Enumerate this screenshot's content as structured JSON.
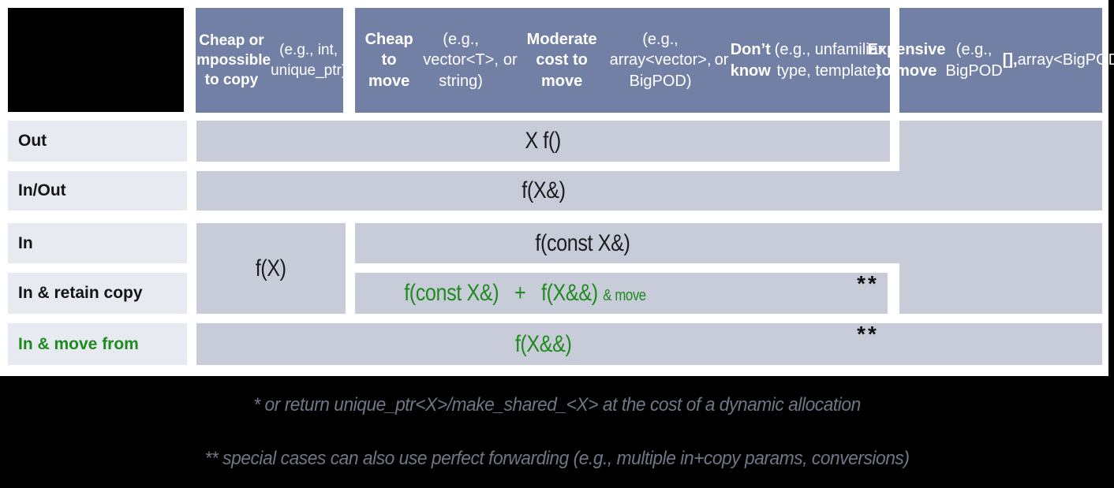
{
  "header": {
    "col1_segments": [
      {
        "t": "Cheap or impossible to copy",
        "b": true
      },
      {
        "t": " (e.g., int, unique_ptr)"
      }
    ],
    "col2_segments": [
      {
        "t": "Cheap to move",
        "b": true
      },
      {
        "t": " (e.g., vector<T>, string)"
      },
      {
        "br": true
      },
      {
        "t": "or "
      },
      {
        "t": "Moderate cost to move",
        "b": true
      },
      {
        "t": " (e.g., array<vector>, BigPOD)"
      },
      {
        "br": true
      },
      {
        "t": "or "
      },
      {
        "t": "Don’t know",
        "b": true
      },
      {
        "t": " (e.g., unfamiliar type, template)"
      }
    ],
    "col3_segments": [
      {
        "t": "Expensive to move",
        "b": true
      },
      {
        "br": true
      },
      {
        "t": "(e.g., BigPOD"
      },
      {
        "t": "[],",
        "b": true
      },
      {
        "br": true
      },
      {
        "t": "array<BigPOD>)"
      }
    ]
  },
  "rows": [
    {
      "label": "Out"
    },
    {
      "label": "In/Out"
    },
    {
      "label": "In"
    },
    {
      "label": "In & retain copy"
    },
    {
      "label": "In & move from"
    }
  ],
  "cells": {
    "out": "X f()",
    "in_out": "f(X&)",
    "in_by_value": "f(X)",
    "in_const_ref": "f(const X&)",
    "retain_segments": [
      {
        "t": "f(const X&)"
      },
      {
        "t": "   +   "
      },
      {
        "t": "f(X&&)"
      },
      {
        "t": " "
      },
      {
        "t": "& move",
        "s": true
      }
    ],
    "move_from": "f(X&&)",
    "double_asterisk": "**"
  },
  "footnotes": [
    "* or return unique_ptr<X>/make_shared_<X> at the cost of a dynamic allocation",
    "** special cases can also use perfect forwarding (e.g., multiple in+copy params, conversions)"
  ],
  "colors": {
    "header_bg": "#7380a6",
    "cell_bg": "#c8ccd9",
    "label_bg": "#e8eaf1",
    "green": "#1f8b1f",
    "footnote_text": "#6f7787",
    "background": "#000000"
  }
}
